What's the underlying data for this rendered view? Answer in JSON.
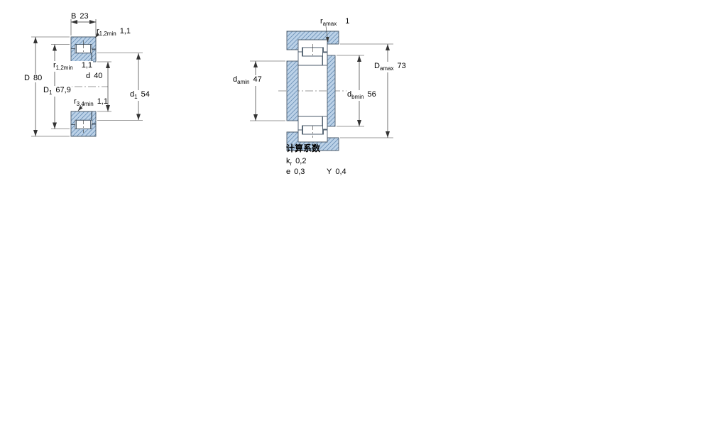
{
  "colors": {
    "fill": "#bcd2e8",
    "hatch": "#6e92b8",
    "outline": "#4a5a6a"
  },
  "left_view": {
    "dims": {
      "B": {
        "sym": "B",
        "val": "23"
      },
      "r12_top": {
        "sym": "r",
        "sub": "1,2min",
        "val": "1,1"
      },
      "r12_mid": {
        "sym": "r",
        "sub": "1,2min",
        "val": "1,1"
      },
      "D": {
        "sym": "D",
        "val": "80"
      },
      "D1": {
        "sym": "D",
        "sub": "1",
        "val": "67,9"
      },
      "d": {
        "sym": "d",
        "val": "40"
      },
      "r34": {
        "sym": "r",
        "sub": "3,4min",
        "val": "1,1"
      },
      "d1": {
        "sym": "d",
        "sub": "1",
        "val": "54"
      }
    }
  },
  "right_view": {
    "dims": {
      "ra": {
        "sym": "r",
        "sub": "amax",
        "val": "1"
      },
      "da": {
        "sym": "d",
        "sub": "amin",
        "val": "47"
      },
      "Da": {
        "sym": "D",
        "sub": "amax",
        "val": "73"
      },
      "db": {
        "sym": "d",
        "sub": "bmin",
        "val": "56"
      }
    }
  },
  "calc": {
    "title": "计算系数",
    "kr": {
      "sym": "k",
      "sub": "r",
      "val": "0,2"
    },
    "e": {
      "sym": "e",
      "val": "0,3"
    },
    "Y": {
      "sym": "Y",
      "val": "0,4"
    }
  }
}
